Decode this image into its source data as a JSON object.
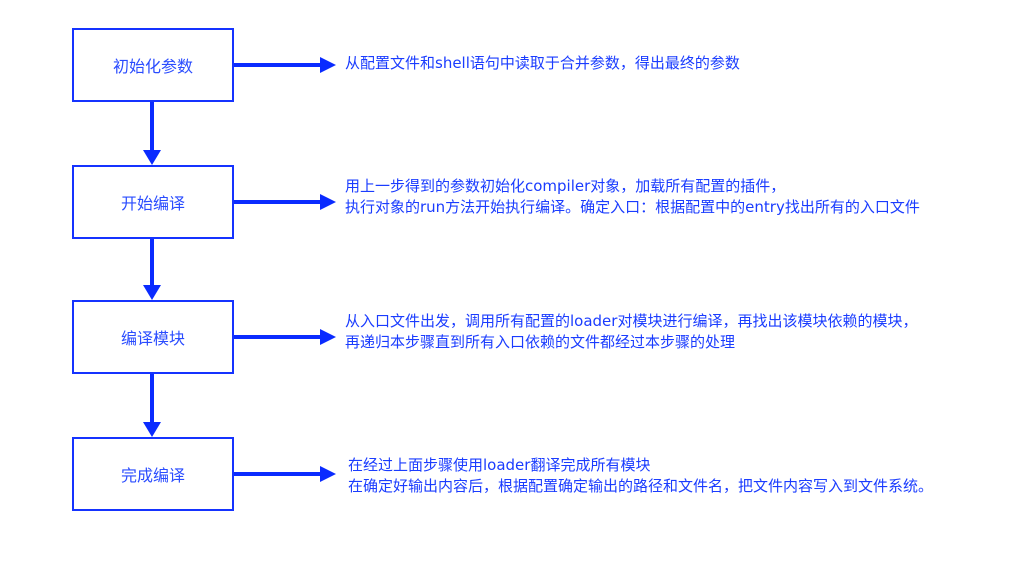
{
  "colors": {
    "accent": "#0a2bff"
  },
  "steps": [
    {
      "label": "初始化参数",
      "desc": [
        "从配置文件和shell语句中读取于合并参数，得出最终的参数"
      ]
    },
    {
      "label": "开始编译",
      "desc": [
        "用上一步得到的参数初始化compiler对象，加载所有配置的插件，",
        "执行对象的run方法开始执行编译。确定入口：根据配置中的entry找出所有的入口文件"
      ]
    },
    {
      "label": "编译模块",
      "desc": [
        "从入口文件出发，调用所有配置的loader对模块进行编译，再找出该模块依赖的模块，",
        "再递归本步骤直到所有入口依赖的文件都经过本步骤的处理"
      ]
    },
    {
      "label": "完成编译",
      "desc": [
        "在经过上面步骤使用loader翻译完成所有模块",
        "在确定好输出内容后，根据配置确定输出的路径和文件名，把文件内容写入到文件系统。"
      ]
    }
  ]
}
